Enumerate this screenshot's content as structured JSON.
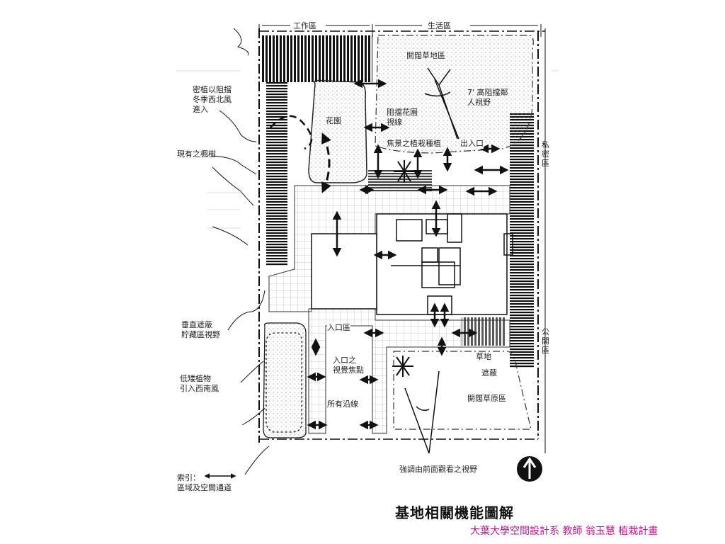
{
  "diagram": {
    "title": "基地相關機能圖解",
    "footer": "大葉大學空間設計系 教師 翁玉慧 植栽計畫",
    "top_labels": {
      "work_area": "工作區",
      "living_area": "生活區"
    },
    "right_labels": {
      "private_area": "私密區",
      "public_area": "公開區"
    },
    "left_notes": {
      "windbreak": "密植以阻擋\n冬季西北風\n進入",
      "maple": "現有之楓樹",
      "screen_storage": "垂直遮蔽\n貯藏區視野",
      "low_plants": "低矮植物\n引入西南風",
      "legend": "索引：\n區域及空間通道"
    },
    "plan_labels": {
      "open_lawn": "開闊草地區",
      "garden": "花園",
      "block_garden_view": "阻擋花園\n視線",
      "focal_planting": "焦景之植栽種植",
      "exit_entry": "出入口",
      "high_screen": "7' 高阻擋鄰\n人視野",
      "entry_area": "入口區",
      "entry_focal": "入口之\n視覺焦點",
      "lawn": "草地",
      "screen": "遮蔽",
      "open_grass": "開闊草原區",
      "property_line": "所有沿線",
      "emphasize_view": "強調由前面觀看之視野"
    }
  }
}
